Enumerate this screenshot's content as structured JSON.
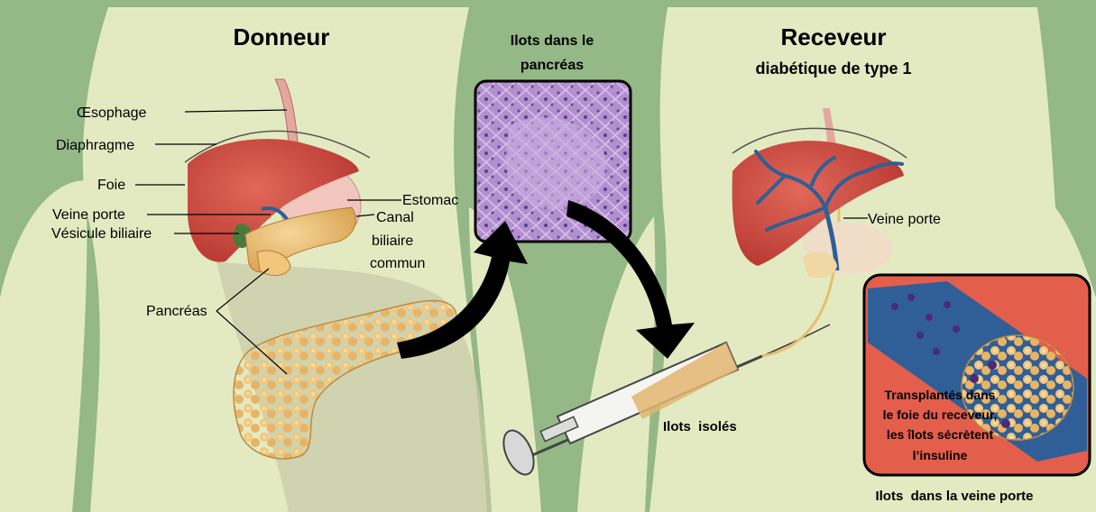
{
  "donor": {
    "title": "Donneur",
    "labels": {
      "esophagus": "Œsophage",
      "diaphragm": "Diaphragme",
      "liver": "Foie",
      "portal_vein": "Veine porte",
      "gallbladder": "Vésicule biliaire",
      "stomach": "Estomac",
      "bile_duct_1": "Canal",
      "bile_duct_2": "biliaire",
      "bile_duct_3": "commun",
      "pancreas": "Pancréas"
    }
  },
  "center": {
    "title_1": "Ilots dans le",
    "title_2": "pancréas",
    "syringe_label": "Ilots  isolés"
  },
  "recipient": {
    "title": "Receveur",
    "subtitle": "diabétique de type 1",
    "portal_vein": "Veine porte",
    "inset_1": "Transplantés dans",
    "inset_2": "le foie du receveur,",
    "inset_3": "les îlots sécrètent",
    "inset_4": "l’insuline",
    "caption": "Ilots  dans la veine porte"
  },
  "colors": {
    "background": "#94b886",
    "body": "#e3eac2",
    "liver": "#c9483e",
    "stomach": "#f0c6bd",
    "pancreas": "#e6b060",
    "histology": "#b18ccf",
    "vessel_blue": "#2f5f96",
    "inset_red": "#e45e4c"
  }
}
